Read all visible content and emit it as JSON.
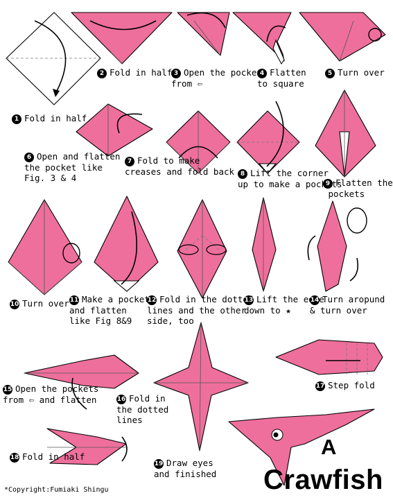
{
  "steps": [
    {
      "num": "1",
      "text": "Fold in half"
    },
    {
      "num": "2",
      "text": "Fold in half"
    },
    {
      "num": "3",
      "text": "Open the pocket\nfrom ⇦"
    },
    {
      "num": "4",
      "text": "Flatten\nto square"
    },
    {
      "num": "5",
      "text": "Turn over"
    },
    {
      "num": "6",
      "text": "Open and flatten\nthe pocket like\nFig. 3 & 4"
    },
    {
      "num": "7",
      "text": "Fold to make\ncreases and fold back"
    },
    {
      "num": "8",
      "text": "Lift the corner\nup to make a pockets"
    },
    {
      "num": "9",
      "text": "Flatten the\n pockets"
    },
    {
      "num": "10",
      "text": "Turn over"
    },
    {
      "num": "11",
      "text": "Make a pocket\nand flatten\nlike Fig 8&9"
    },
    {
      "num": "12",
      "text": "Fold in the dotted\nlines and the other\nside, too"
    },
    {
      "num": "13",
      "text": "Lift the edge\ndown to ★"
    },
    {
      "num": "14",
      "text": "Turn aropund\n& turn over"
    },
    {
      "num": "15",
      "text": "Open the pockets\nfrom ⇦ and flatten"
    },
    {
      "num": "16",
      "text": "Fold in\nthe dotted\nlines"
    },
    {
      "num": "17",
      "text": "Step fold"
    },
    {
      "num": "18",
      "text": "Fold in half"
    },
    {
      "num": "19",
      "text": "Draw eyes\nand finished"
    }
  ],
  "title": {
    "letter": "A",
    "name": "Crawfish"
  },
  "copyright": "*Copyright:Fumiaki Shingu",
  "colors": {
    "paper": "#ee6f9b",
    "ink": "#000000"
  }
}
